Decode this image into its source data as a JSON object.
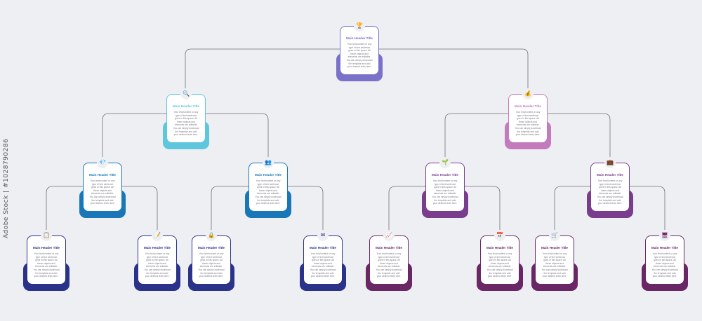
{
  "colors": {
    "root": "#7a72c9",
    "cyan": "#5ec7dd",
    "pink": "#c47bbd",
    "blue": "#1977b8",
    "purple": "#7a3d8e",
    "navy": "#2a3389",
    "plum": "#6a2766",
    "connector": "#6f6f78"
  },
  "nodes": {
    "root": {
      "title": "Main Header Title",
      "text": "Your text/content or any type of text sentence goes in this space. All these objects and elements are editable. You can simply download the template and add your desired texts here.",
      "icon": "trophy-icon",
      "glyph": "🏆"
    },
    "l1a": {
      "title": "Main Header Title",
      "text": "Your text/content or any type of text sentence goes in this space. All these objects and elements are editable. You can simply download the template and add your desired texts here.",
      "icon": "magnifier-icon",
      "glyph": "🔍"
    },
    "l1b": {
      "title": "Main Header Title",
      "text": "Your text/content or any type of text sentence goes in this space. All these objects and elements are editable. You can simply download the template and add your desired texts here.",
      "icon": "hand-coin-icon",
      "glyph": "💰"
    },
    "l2a": {
      "title": "Main Header Title",
      "text": "Your text/content or any type of text sentence goes in this space. All these objects and elements are editable. You can simply download the template and add your desired texts here.",
      "icon": "diamond-icon",
      "glyph": "💎"
    },
    "l2b": {
      "title": "Main Header Title",
      "text": "Your text/content or any type of text sentence goes in this space. All these objects and elements are editable. You can simply download the template and add your desired texts here.",
      "icon": "team-icon",
      "glyph": "👥"
    },
    "l2c": {
      "title": "Main Header Title",
      "text": "Your text/content or any type of text sentence goes in this space. All these objects and elements are editable. You can simply download the template and add your desired texts here.",
      "icon": "growth-icon",
      "glyph": "🌱"
    },
    "l2d": {
      "title": "Main Header Title",
      "text": "Your text/content or any type of text sentence goes in this space. All these objects and elements are editable. You can simply download the template and add your desired texts here.",
      "icon": "money-bag-icon",
      "glyph": "💼"
    },
    "l3a": {
      "title": "Main Header Title",
      "text": "Your text/content or any type of text sentence goes in this space. All these objects and elements are editable. You can simply download the template and add your desired texts here.",
      "icon": "presentation-icon",
      "glyph": "📋"
    },
    "l3b": {
      "title": "Main Header Title",
      "text": "Your text/content or any type of text sentence goes in this space. All these objects and elements are editable. You can simply download the template and add your desired texts here.",
      "icon": "checklist-icon",
      "glyph": "📝"
    },
    "l3c": {
      "title": "Main Header Title",
      "text": "Your text/content or any type of text sentence goes in this space. All these objects and elements are editable. You can simply download the template and add your desired texts here.",
      "icon": "lock-icon",
      "glyph": "🔒"
    },
    "l3d": {
      "title": "Main Header Title",
      "text": "Your text/content or any type of text sentence goes in this space. All these objects and elements are editable. You can simply download the template and add your desired texts here.",
      "icon": "envelope-icon",
      "glyph": "✉"
    },
    "l3e": {
      "title": "Main Header Title",
      "text": "Your text/content or any type of text sentence goes in this space. All these objects and elements are editable. You can simply download the template and add your desired texts here.",
      "icon": "line-chart-icon",
      "glyph": "📈"
    },
    "l3f": {
      "title": "Main Header Title",
      "text": "Your text/content or any type of text sentence goes in this space. All these objects and elements are editable. You can simply download the template and add your desired texts here.",
      "icon": "calendar-icon",
      "glyph": "📅"
    },
    "l3g": {
      "title": "Main Header Title",
      "text": "Your text/content or any type of text sentence goes in this space. All these objects and elements are editable. You can simply download the template and add your desired texts here.",
      "icon": "cart-icon",
      "glyph": "🛒"
    },
    "l3h": {
      "title": "Main Header Title",
      "text": "Your text/content or any type of text sentence goes in this space. All these objects and elements are editable. You can simply download the template and add your desired texts here.",
      "icon": "monitor-icon",
      "glyph": "🖥"
    }
  },
  "watermark": "Adobe Stock | #1028790286"
}
